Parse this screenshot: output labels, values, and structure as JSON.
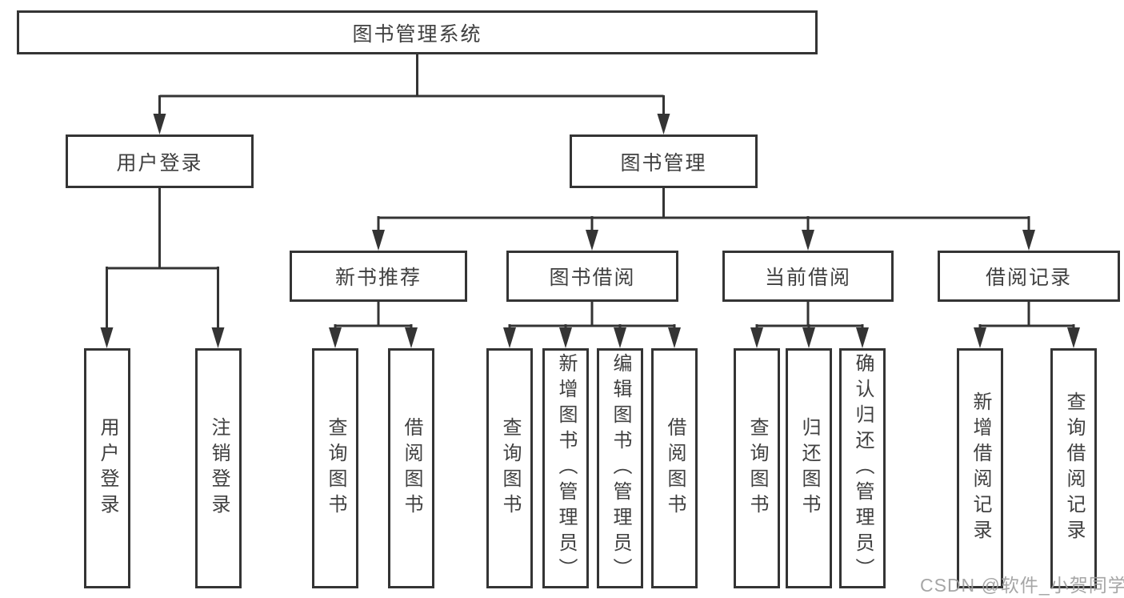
{
  "diagram": {
    "root": {
      "label": "图书管理系统"
    },
    "branches": [
      {
        "label": "用户登录",
        "children": [
          {
            "label": "用户登录"
          },
          {
            "label": "注销登录"
          }
        ]
      },
      {
        "label": "图书管理",
        "children": [
          {
            "label": "新书推荐",
            "children": [
              {
                "label": "查询图书"
              },
              {
                "label": "借阅图书"
              }
            ]
          },
          {
            "label": "图书借阅",
            "children": [
              {
                "label": "查询图书"
              },
              {
                "label": "新增图书（管理员）"
              },
              {
                "label": "编辑图书（管理员）"
              },
              {
                "label": "借阅图书"
              }
            ]
          },
          {
            "label": "当前借阅",
            "children": [
              {
                "label": "查询图书"
              },
              {
                "label": "归还图书"
              },
              {
                "label": "确认归还（管理员）"
              }
            ]
          },
          {
            "label": "借阅记录",
            "children": [
              {
                "label": "新增借阅记录"
              },
              {
                "label": "查询借阅记录"
              }
            ]
          }
        ]
      }
    ]
  },
  "watermark": {
    "text": "CSDN @软件_小贺同学"
  },
  "colors": {
    "line": "#343434",
    "box_border": "#343434",
    "text": "#404040",
    "watermark": "#9e9e9e",
    "background": "#ffffff"
  }
}
